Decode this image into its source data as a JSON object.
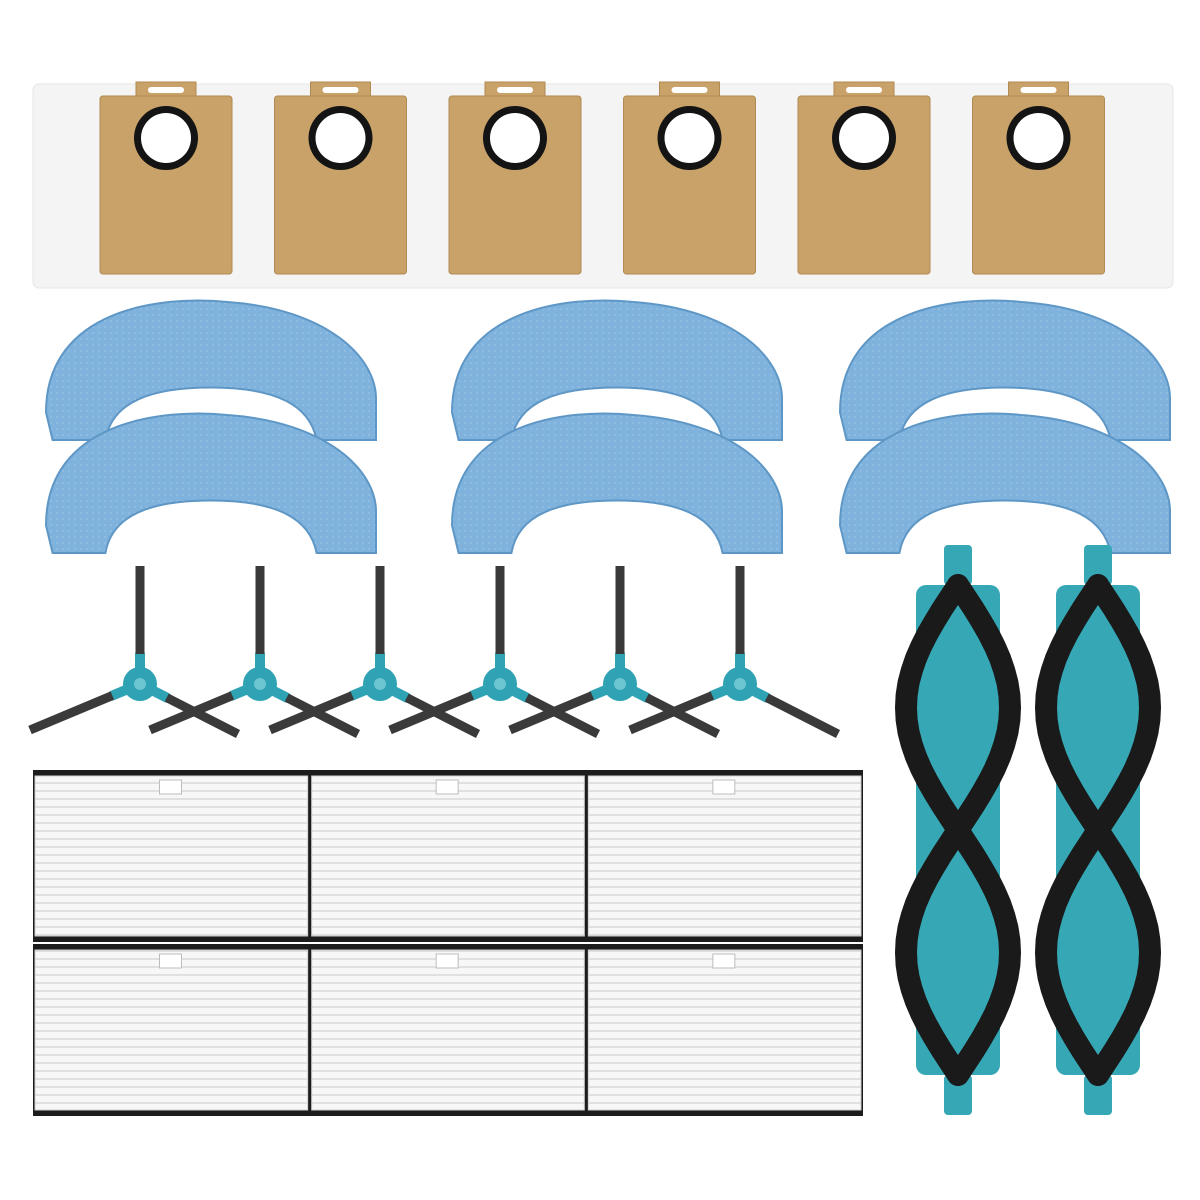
{
  "image": {
    "background": "#ffffff",
    "colors": {
      "bag_paper": "#c8a268",
      "bag_paper_edge": "#b08a52",
      "bag_backing": "#f4f4f4",
      "bag_ring": "#141414",
      "mop_blue": "#7fb2dc",
      "mop_edge": "#5e97c6",
      "brush_hub": "#2fa3b3",
      "brush_bristle": "#3a3a3a",
      "filter_frame": "#f7f7f7",
      "filter_pleat": "#d9d9d9",
      "filter_foam": "#1c1c1c",
      "roller_core": "#36a8b5",
      "roller_bristle": "#1a1a1a"
    },
    "groups": [
      {
        "name": "dust-bags",
        "icon": "dust-bag-icon",
        "count": 6
      },
      {
        "name": "mop-pads",
        "icon": "mop-pad-icon",
        "count": 6
      },
      {
        "name": "side-brushes",
        "icon": "side-brush-icon",
        "count": 6
      },
      {
        "name": "hepa-filters",
        "icon": "hepa-filter-icon",
        "count": 6
      },
      {
        "name": "main-roller-brushes",
        "icon": "roller-brush-icon",
        "count": 2
      }
    ]
  }
}
